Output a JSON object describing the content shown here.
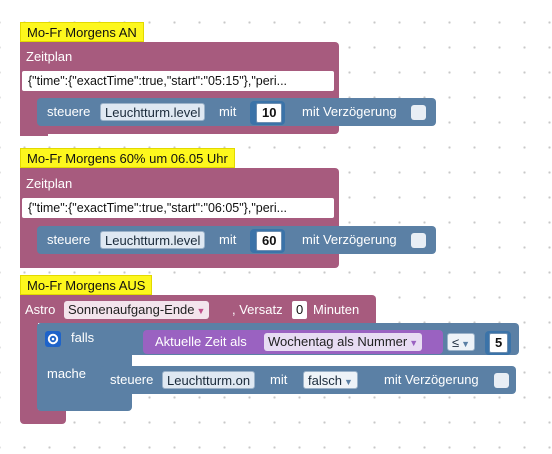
{
  "blocks": [
    {
      "comment": "Mo-Fr Morgens AN",
      "type_label": "Zeitplan",
      "cron": "{\"time\":{\"exactTime\":true,\"start\":\"05:15\"},\"peri...",
      "action": {
        "verb": "steuere",
        "object": "Leuchtturm.level",
        "mit": "mit",
        "value": "10",
        "delay_label": "mit Verzögerung"
      }
    },
    {
      "comment": "Mo-Fr Morgens 60% um 06.05 Uhr",
      "type_label": "Zeitplan",
      "cron": "{\"time\":{\"exactTime\":true,\"start\":\"06:05\"},\"peri...",
      "action": {
        "verb": "steuere",
        "object": "Leuchtturm.level",
        "mit": "mit",
        "value": "60",
        "delay_label": "mit Verzögerung"
      }
    }
  ],
  "astro": {
    "comment": "Mo-Fr Morgens AUS",
    "label": "Astro",
    "event": "Sonnenaufgang-Ende",
    "offset_label": ", Versatz",
    "offset_value": "0",
    "minutes_label": "Minuten",
    "if_label": "falls",
    "then_label": "mache",
    "condition": {
      "time_label": "Aktuelle Zeit als",
      "format": "Wochentag als Nummer",
      "operator": "≤",
      "value": "5"
    },
    "action": {
      "verb": "steuere",
      "object": "Leuchtturm.on",
      "mit": "mit",
      "value": "falsch",
      "delay_label": "mit Verzögerung"
    }
  },
  "colors": {
    "trigger": "#a75b7e",
    "action": "#5b80a5",
    "logic": "#5b80a5",
    "time": "#9a62c1",
    "comment": "#fdf71d"
  }
}
